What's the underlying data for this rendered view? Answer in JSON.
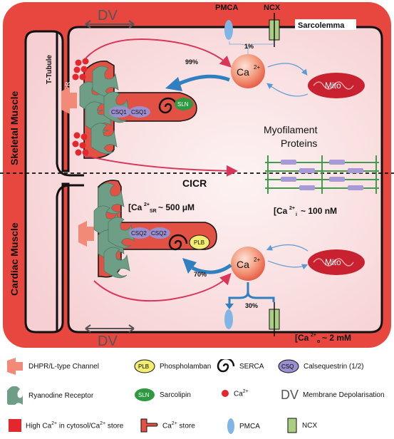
{
  "diagram": {
    "dv_top": "DV",
    "dv_bottom": "DV",
    "pmca_label": "PMCA",
    "ncx_label": "NCX",
    "sarcolemma_label": "Sarcolemma",
    "t_tubule_label": "T-Tubule",
    "dhpr_label": "DHPR",
    "skeletal_label": "Skeletal Muscle",
    "cardiac_label": "Cardiac Muscle",
    "pct_1": "1%",
    "pct_99": "99%",
    "pct_70": "70%",
    "pct_30": "30%",
    "ca_label": "Ca",
    "ca_sup": "2+",
    "mito_label": "Mito",
    "csq1": "CSQ1",
    "csq2": "CSQ2",
    "sln": "SLN",
    "plb": "PLB",
    "myofilament": "Myofilament",
    "proteins": "Proteins",
    "cicr": "CICR",
    "ca_sr_text": "[Ca",
    "ca_sr_sup": "2+",
    "ca_sr_sub": "SR",
    "ca_sr_value": "~ 500 μM",
    "ca_i_text": "[Ca",
    "ca_i_sup": "2+",
    "ca_i_sub": "i",
    "ca_i_value": "~ 100 nM",
    "ca_o_text": "[Ca",
    "ca_o_sup": "2+",
    "ca_o_sub": "o",
    "ca_o_value": "~ 2 mM"
  },
  "colors": {
    "cell_red": "#e8473f",
    "cytosol": "#fbe9ea",
    "sr_red": "#e35145",
    "ryr_green": "#6f9e86",
    "arrow_blue": "#2f7fc1",
    "arrow_red": "#d9365a",
    "mito_red": "#c8212f",
    "csq_purple": "#9b8fcf",
    "sln_green": "#2d9a42",
    "plb_yellow": "#f4ee70",
    "pmca_blue": "#7fb6e6",
    "ncx_green": "#a9cf82"
  },
  "legend": [
    {
      "icon": "dhpr-icon",
      "label": "DHPR/L-type Channel"
    },
    {
      "icon": "plb-icon",
      "label": "Phospholamban",
      "badge": "PLB"
    },
    {
      "icon": "serca-icon",
      "label": "SERCA"
    },
    {
      "icon": "csq-icon",
      "label": "Calsequestrin (1/2)",
      "badge": "CSQ"
    },
    {
      "icon": "ryr-icon",
      "label": "Ryanodine Receptor"
    },
    {
      "icon": "sln-icon",
      "label": "Sarcolipin",
      "badge": "SLN"
    },
    {
      "icon": "calcium-dot-icon",
      "label": "Ca",
      "sup": "2+"
    },
    {
      "icon": "dv-icon",
      "label": "Membrane Depolarisation",
      "badge": "DV"
    },
    {
      "icon": "high-ca-square-icon",
      "label": "High Ca",
      "label_sup": "2+",
      "label_rest": " in cytosol/Ca",
      "label_sup2": "2+",
      "label_end": " store"
    },
    {
      "icon": "ca-store-icon",
      "label": "Ca",
      "sup": "2+",
      "label_rest": " store"
    },
    {
      "icon": "pmca-icon",
      "label": "PMCA"
    },
    {
      "icon": "ncx-icon",
      "label": "NCX"
    }
  ]
}
